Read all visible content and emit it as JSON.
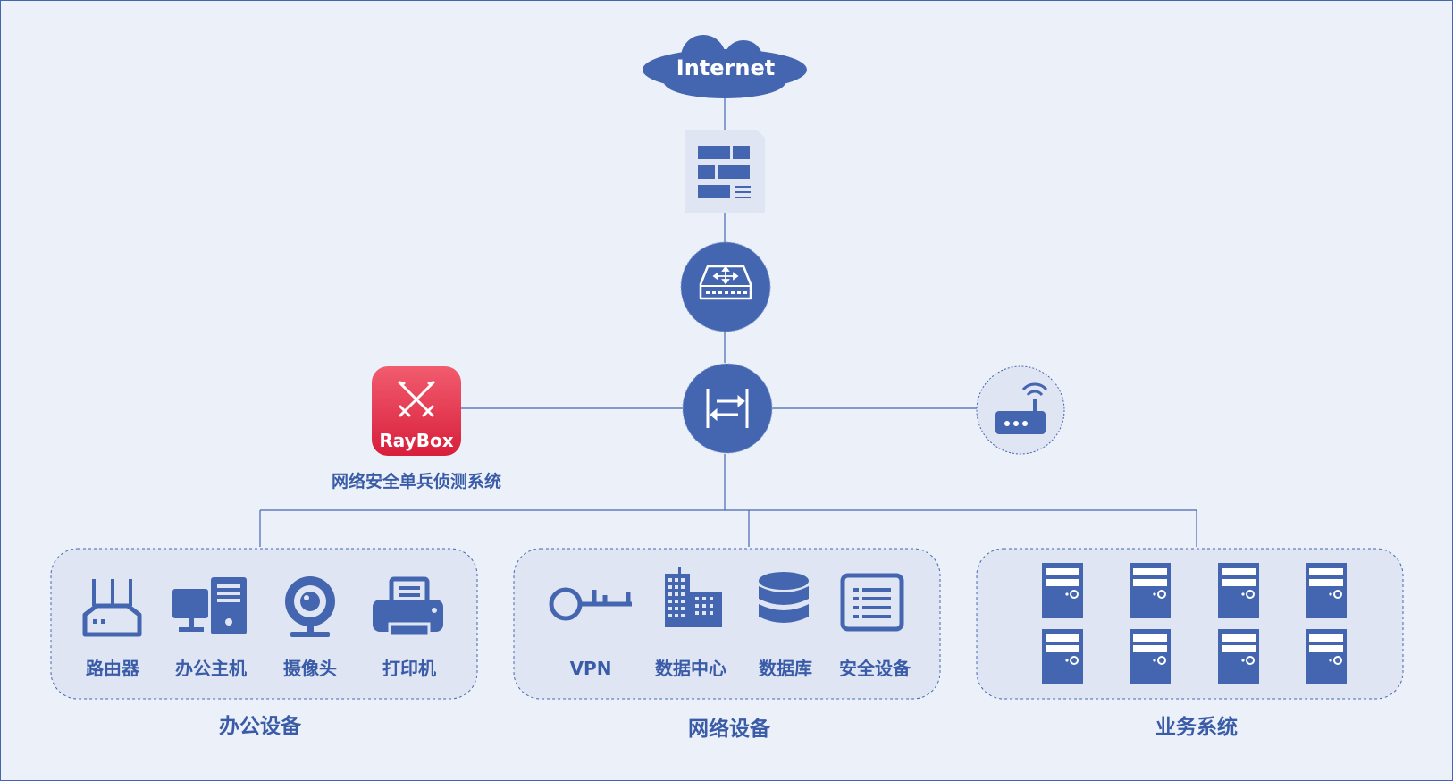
{
  "colors": {
    "background": "#ecf0f9",
    "primary": "#4466b0",
    "line": "#4466b0",
    "group_fill": "#dfe5f3",
    "text": "#3a5ca8",
    "raybox_gradient_top": "#f15c6e",
    "raybox_gradient_bottom": "#d81f3b"
  },
  "internet": {
    "label": "Internet",
    "icon": "cloud-icon"
  },
  "firewall": {
    "icon": "firewall-icon"
  },
  "router": {
    "icon": "router-icon"
  },
  "core_switch": {
    "icon": "switch-icon"
  },
  "wireless": {
    "icon": "wifi-router-icon"
  },
  "raybox": {
    "logo_text": "RayBox",
    "icon": "crossed-swords-icon",
    "caption": "网络安全单兵侦测系统"
  },
  "groups": [
    {
      "title": "办公设备",
      "items": [
        {
          "label": "路由器",
          "icon": "router-antenna-icon"
        },
        {
          "label": "办公主机",
          "icon": "desktop-pc-icon"
        },
        {
          "label": "摄像头",
          "icon": "webcam-icon"
        },
        {
          "label": "打印机",
          "icon": "printer-icon"
        }
      ]
    },
    {
      "title": "网络设备",
      "items": [
        {
          "label": "VPN",
          "icon": "key-icon"
        },
        {
          "label": "数据中心",
          "icon": "building-icon"
        },
        {
          "label": "数据库",
          "icon": "database-icon"
        },
        {
          "label": "安全设备",
          "icon": "security-device-icon"
        }
      ]
    },
    {
      "title": "业务系统",
      "items": [
        {
          "icon": "server-icon"
        },
        {
          "icon": "server-icon"
        },
        {
          "icon": "server-icon"
        },
        {
          "icon": "server-icon"
        },
        {
          "icon": "server-icon"
        },
        {
          "icon": "server-icon"
        },
        {
          "icon": "server-icon"
        },
        {
          "icon": "server-icon"
        }
      ]
    }
  ]
}
